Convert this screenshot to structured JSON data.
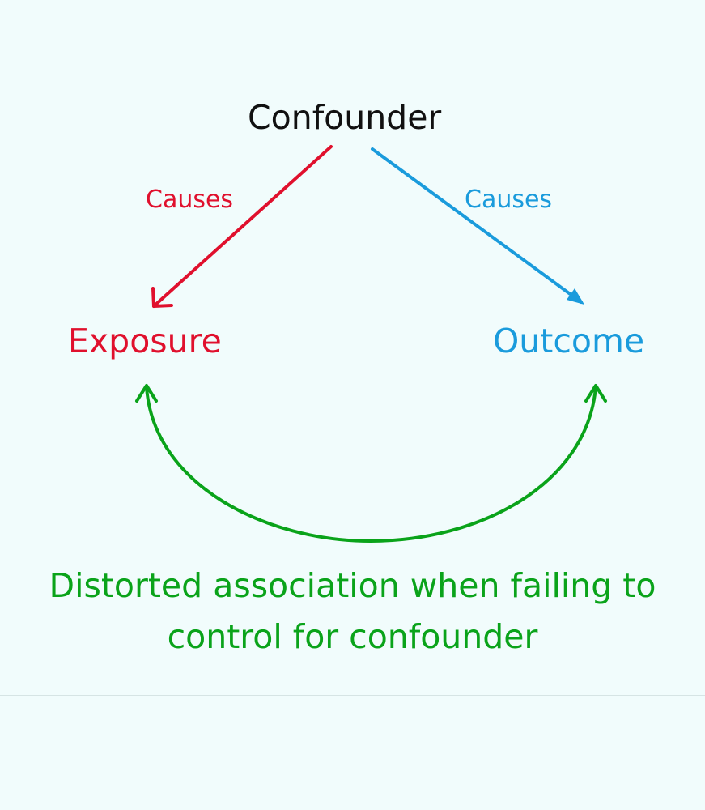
{
  "nodes": {
    "confounder": "Confounder",
    "exposure": "Exposure",
    "outcome": "Outcome"
  },
  "edges": {
    "confounder_to_exposure": "Causes",
    "confounder_to_outcome": "Causes"
  },
  "caption": {
    "line1": "Distorted association when failing to",
    "line2": "control for confounder"
  },
  "colors": {
    "confounder": "#111111",
    "exposure": "#e0102d",
    "outcome": "#1a9bdc",
    "association": "#0aa31a"
  }
}
